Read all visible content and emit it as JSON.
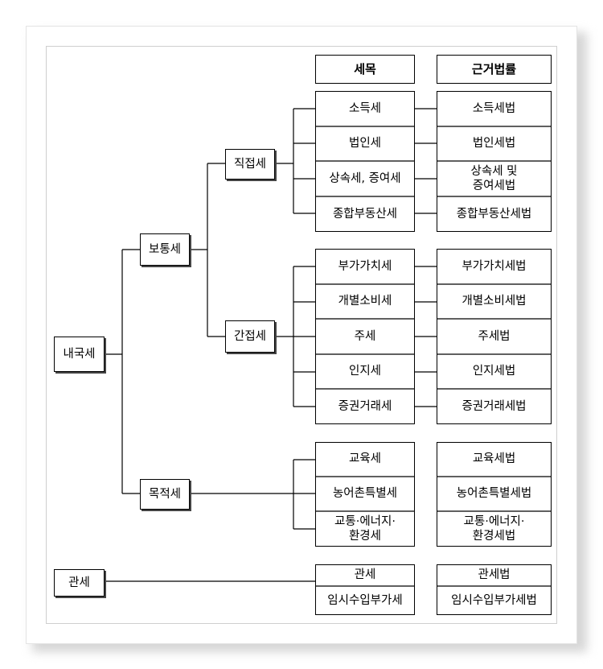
{
  "headers": {
    "tax_item": "세목",
    "basis_law": "근거법률"
  },
  "root": {
    "domestic_tax": "내국세",
    "customs_tax": "관세"
  },
  "categories": {
    "ordinary_tax": "보통세",
    "purpose_tax": "목적세"
  },
  "subcategories": {
    "direct_tax": "직접세",
    "indirect_tax": "간접세"
  },
  "direct_taxes": [
    {
      "tax": "소득세",
      "law": "소득세법"
    },
    {
      "tax": "법인세",
      "law": "법인세법"
    },
    {
      "tax": "상속세, 증여세",
      "law": "상속세 및\n증여세법"
    },
    {
      "tax": "종합부동산세",
      "law": "종합부동산세법"
    }
  ],
  "indirect_taxes": [
    {
      "tax": "부가가치세",
      "law": "부가가치세법"
    },
    {
      "tax": "개별소비세",
      "law": "개별소비세법"
    },
    {
      "tax": "주세",
      "law": "주세법"
    },
    {
      "tax": "인지세",
      "law": "인지세법"
    },
    {
      "tax": "증권거래세",
      "law": "증권거래세법"
    }
  ],
  "purpose_taxes": [
    {
      "tax": "교육세",
      "law": "교육세법"
    },
    {
      "tax": "농어촌특별세",
      "law": "농어촌특별세법"
    },
    {
      "tax": "교통·에너지·\n환경세",
      "law": "교통·에너지·\n환경세법"
    }
  ],
  "customs_taxes": [
    {
      "tax": "관세",
      "law": "관세법"
    },
    {
      "tax": "임시수입부가세",
      "law": "임시수입부가세법"
    }
  ]
}
